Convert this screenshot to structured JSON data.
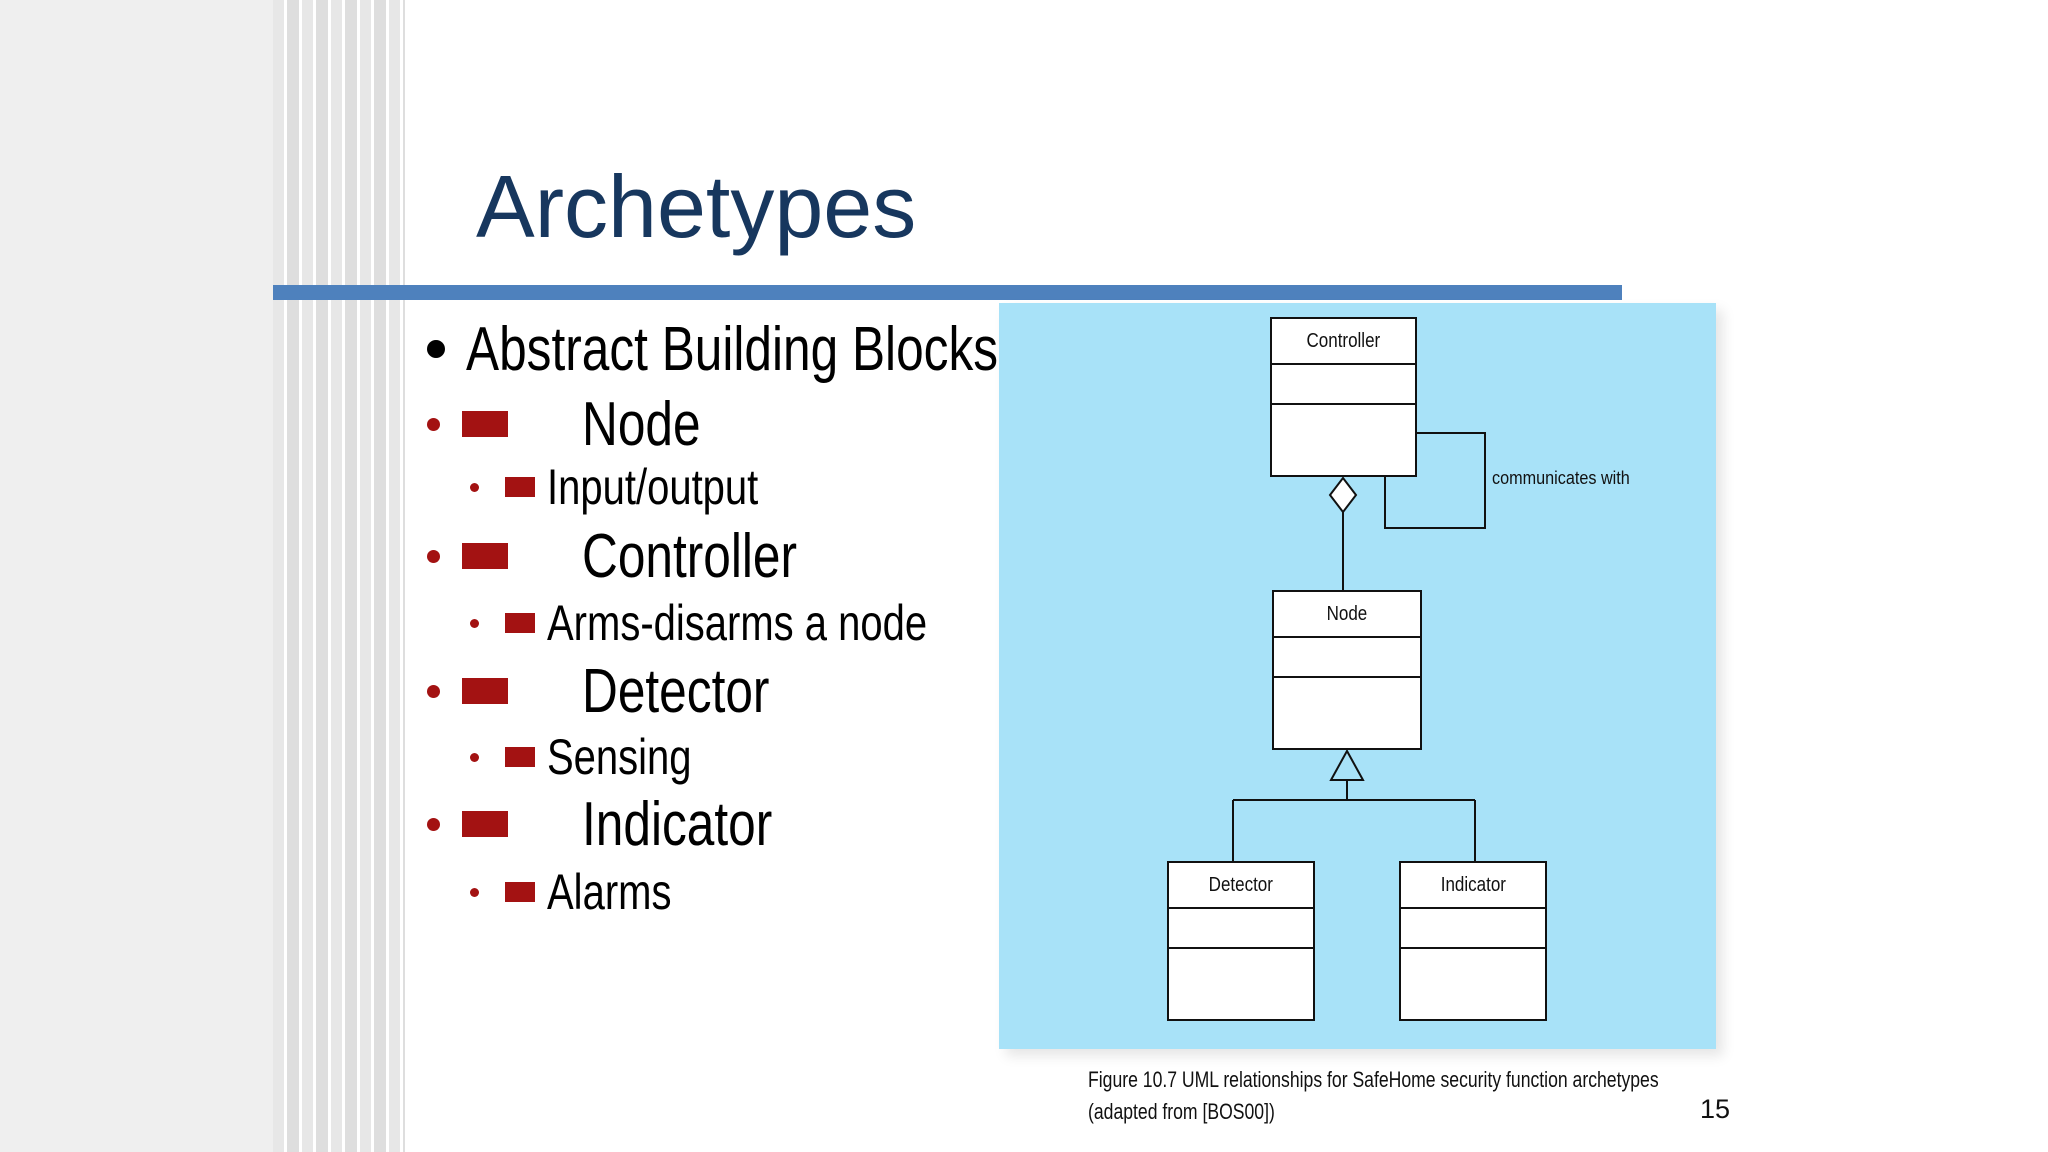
{
  "slide": {
    "title": "Archetypes",
    "page_number": "15",
    "bullets": [
      {
        "level": 1,
        "text": "Abstract Building Blocks"
      },
      {
        "level": 2,
        "text": "Node"
      },
      {
        "level": 3,
        "text": "Input/output"
      },
      {
        "level": 2,
        "text": "Controller"
      },
      {
        "level": 3,
        "text": "Arms-disarms a node"
      },
      {
        "level": 2,
        "text": "Detector"
      },
      {
        "level": 3,
        "text": "Sensing"
      },
      {
        "level": 2,
        "text": "Indicator"
      },
      {
        "level": 3,
        "text": "Alarms"
      }
    ],
    "caption_line1": "Figure 10.7 UML relationships for SafeHome security function archetypes",
    "caption_line2": "(adapted from [BOS00])"
  },
  "diagram": {
    "classes": [
      {
        "name": "Controller"
      },
      {
        "name": "Node"
      },
      {
        "name": "Detector"
      },
      {
        "name": "Indicator"
      }
    ],
    "association_label": "communicates with",
    "relationships": [
      "Controller self-association: communicates with",
      "Controller aggregation (diamond) of Node",
      "Detector and Indicator generalize (hollow triangle) to Node"
    ]
  },
  "colors": {
    "title_navy": "#17375e",
    "accent_bar_blue": "#4e81bd",
    "bullet_red": "#a31212",
    "panel_blue": "#a8e2f8",
    "left_panel_gray": "#efefef"
  }
}
